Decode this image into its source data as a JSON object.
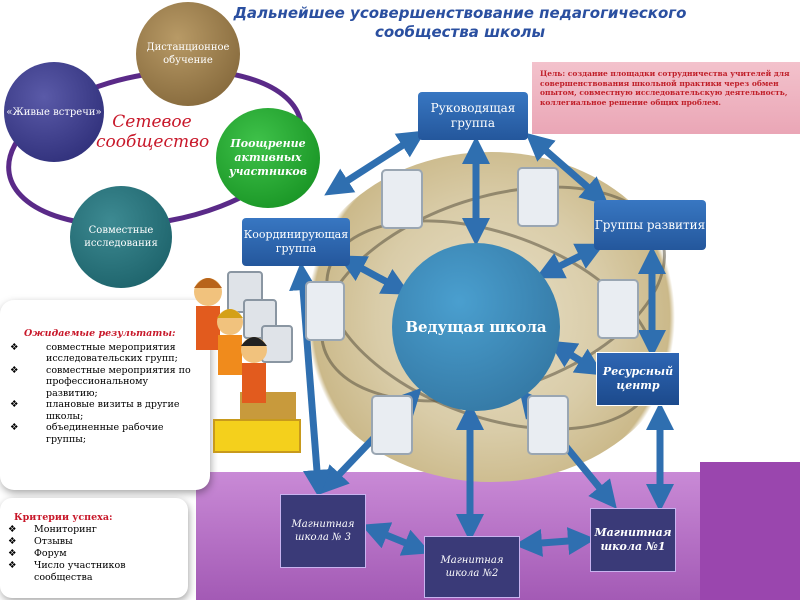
{
  "title": {
    "line1": "Дальнейшее усовершенствование педагогического",
    "line2": "сообщества школы"
  },
  "network": {
    "center_label": "Сетевое сообщество",
    "circles": {
      "distance": "Дистанционное обучение",
      "live": "«Живые встречи»",
      "encourage": "Поощрение активных участников",
      "joint": "Совместные исследования"
    }
  },
  "goal": "Цель: создание площадки сотрудничества учителей для совершенствования школьной практики через обмен опытом, совместную исследовательскую деятельность, коллегиальное решение общих проблем.",
  "results": {
    "header": "Ожидаемые результаты:",
    "items": [
      "совместные мероприятия исследовательских групп;",
      "совместные мероприятия по профессиональному развитию;",
      "плановые визиты в другие школы;",
      "объединенные рабочие группы;"
    ]
  },
  "criteria": {
    "header": "Критерии успеха:",
    "items": [
      "Мониторинг",
      "Отзывы",
      "Форум",
      "Число участников сообщества"
    ]
  },
  "nodes": {
    "center": "Ведущая школа",
    "lead_group": "Руководящая группа",
    "coord_group": "Координирующая группа",
    "dev_groups": "Группы развития",
    "resource_center": "Ресурсный центр",
    "mag3": "Магнитная школа № 3",
    "mag2": "Магнитная школа №2",
    "mag1": "Магнитная школа №1"
  },
  "bullet_glyph": "❖",
  "colors": {
    "title": "#2a4fa0",
    "accent_red": "#c8182a",
    "node_blue": "#24579c",
    "magnet_dark": "#3a3a78",
    "center_blue": "#3a87b8",
    "arrow_blue": "#2f6fb0",
    "purple": "#a35ab5"
  }
}
